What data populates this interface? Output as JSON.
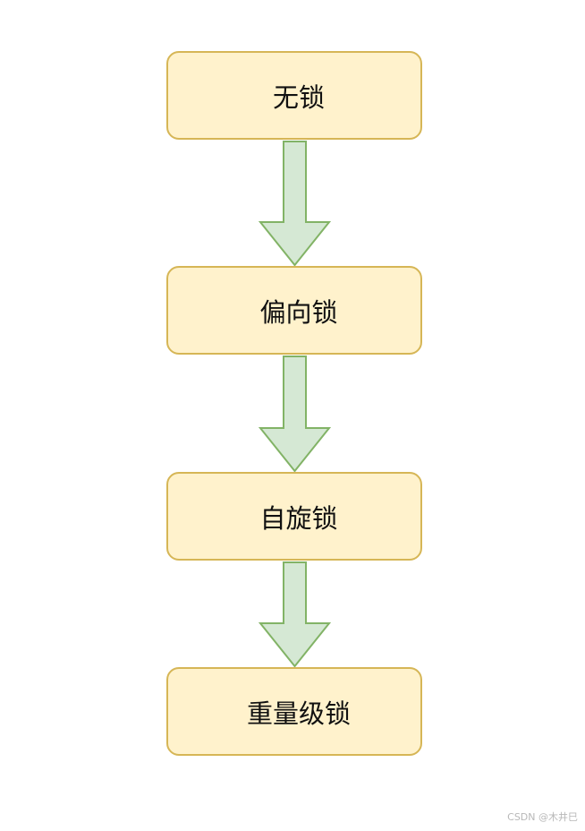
{
  "nodes": [
    {
      "label": "无锁"
    },
    {
      "label": "偏向锁"
    },
    {
      "label": "自旋锁"
    },
    {
      "label": "重量级锁"
    }
  ],
  "watermark": "CSDN @木井巳",
  "colors": {
    "node_fill": "#fff2cc",
    "node_border": "#d6b656",
    "arrow_fill": "#d5e8d4",
    "arrow_border": "#82b366"
  }
}
